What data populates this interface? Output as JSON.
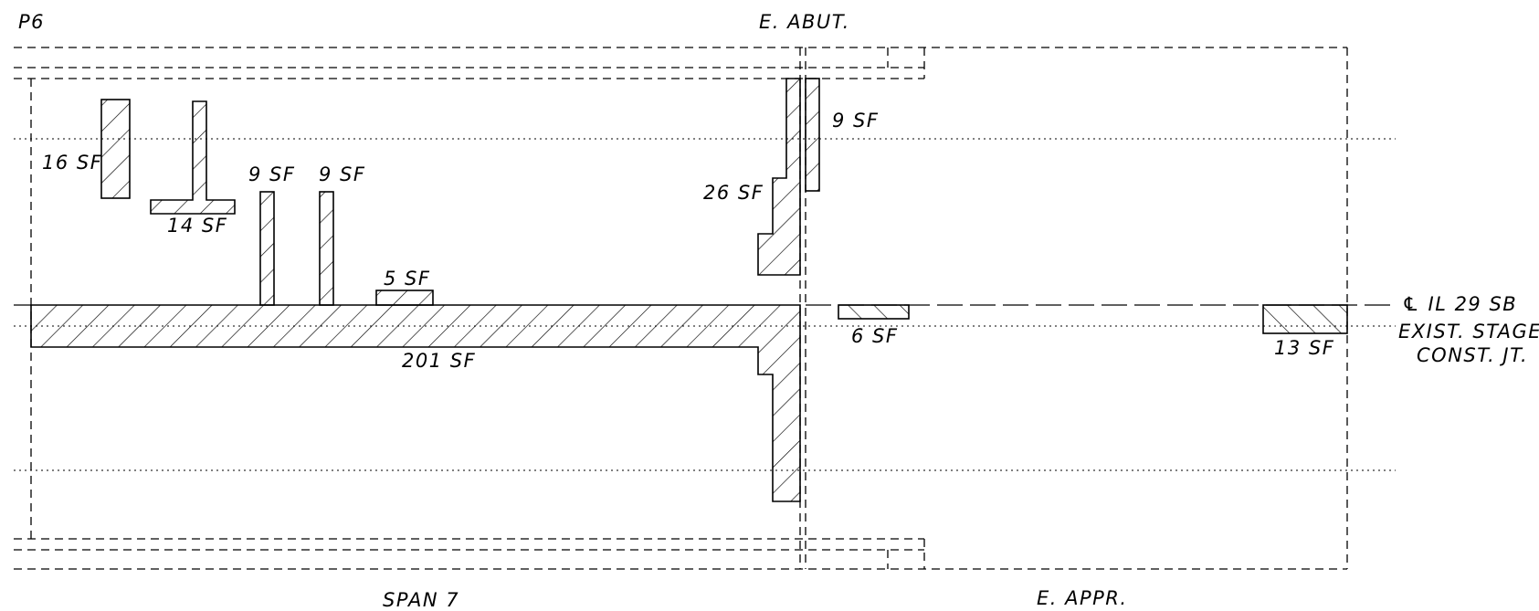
{
  "labels": {
    "pier": "P6",
    "abutment": "E. ABUT.",
    "span": "SPAN 7",
    "approach": "E. APPR.",
    "centerline": "℄ IL 29 SB",
    "joint_line1": "EXIST. STAGE",
    "joint_line2": "CONST. JT."
  },
  "areas": {
    "a16": "16 SF",
    "a14": "14 SF",
    "a9a": "9 SF",
    "a9b": "9 SF",
    "a5": "5 SF",
    "a201": "201 SF",
    "a26": "26 SF",
    "a9c": "9 SF",
    "a6": "6 SF",
    "a13": "13 SF"
  }
}
